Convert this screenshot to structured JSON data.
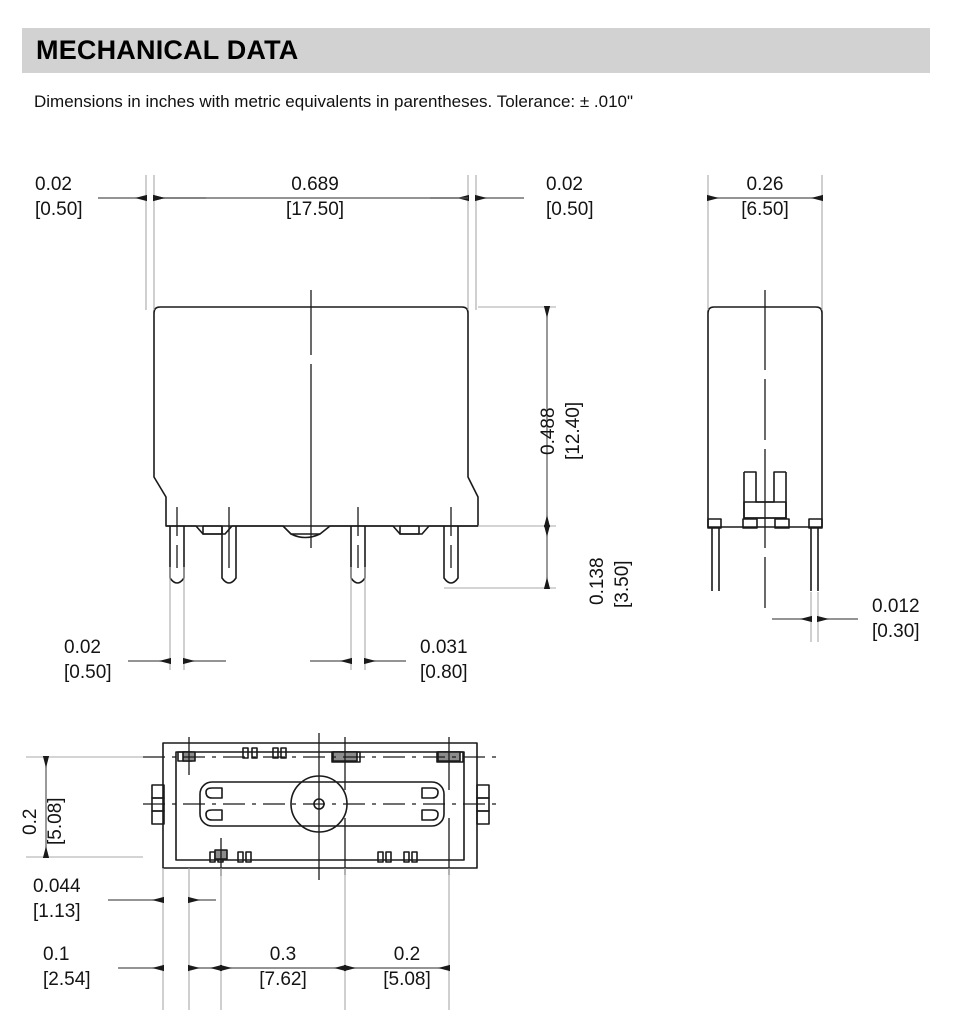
{
  "header": {
    "title": "MECHANICAL DATA",
    "bar_color": "#d2d2d2"
  },
  "subtitle": "Dimensions in inches with metric equivalents in parentheses. Tolerance: ± .010\"",
  "drawing": {
    "line_color": "#1a1a1a",
    "thin_line_color": "#9a9a9a",
    "views": {
      "front": "front-elevation-view",
      "side": "side-elevation-view",
      "bottom": "bottom-plan-view"
    }
  },
  "dimensions": {
    "front_top_left_gap": {
      "inch": "0.02",
      "metric": "[0.50]"
    },
    "front_top_width": {
      "inch": "0.689",
      "metric": "[17.50]"
    },
    "front_top_right_gap": {
      "inch": "0.02",
      "metric": "[0.50]"
    },
    "side_top_width": {
      "inch": "0.26",
      "metric": "[6.50]"
    },
    "front_body_height": {
      "inch": "0.488",
      "metric": "[12.40]"
    },
    "front_pin_length": {
      "inch": "0.138",
      "metric": "[3.50]"
    },
    "front_pin_thickness": {
      "inch": "0.02",
      "metric": "[0.50]"
    },
    "front_pin_width": {
      "inch": "0.031",
      "metric": "[0.80]"
    },
    "side_pin_thickness": {
      "inch": "0.012",
      "metric": "[0.30]"
    },
    "bottom_pin_row_pitch": {
      "inch": "0.2",
      "metric": "[5.08]"
    },
    "bottom_edge_offset": {
      "inch": "0.044",
      "metric": "[1.13]"
    },
    "bottom_first_pitch": {
      "inch": "0.1",
      "metric": "[2.54]"
    },
    "bottom_second_pitch": {
      "inch": "0.3",
      "metric": "[7.62]"
    },
    "bottom_third_pitch": {
      "inch": "0.2",
      "metric": "[5.08]"
    }
  }
}
